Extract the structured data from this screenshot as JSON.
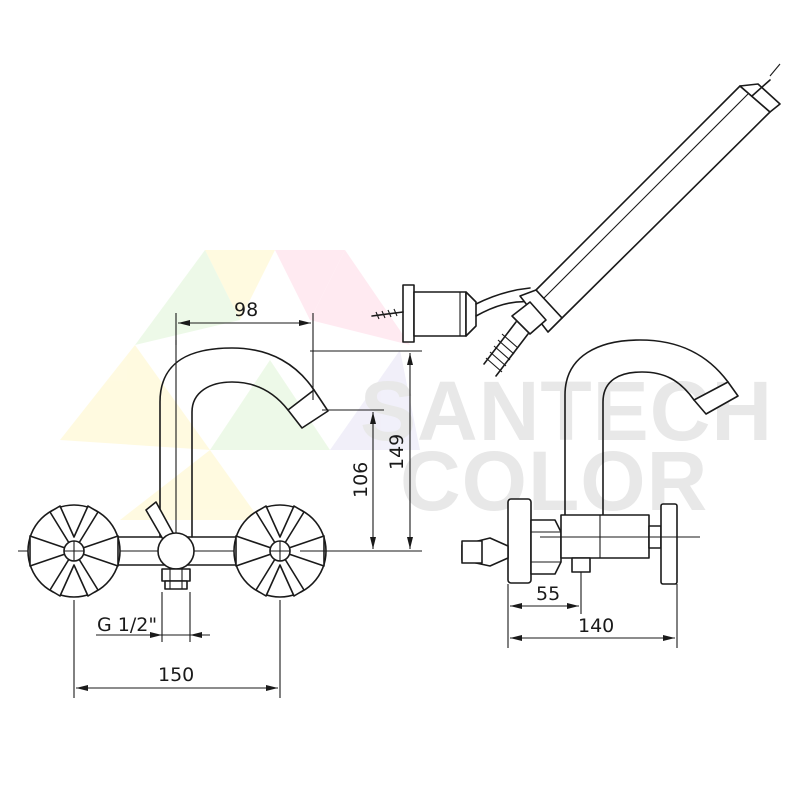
{
  "watermark": {
    "line1": "SANTECH",
    "line2": "COLOR",
    "colors": [
      "#ffd9e6",
      "#fff6c8",
      "#dff5d6",
      "#e6e3f5"
    ]
  },
  "dimensions": {
    "spout_reach": "98",
    "spout_height_106": "106",
    "spout_height_149": "149",
    "thread": "G 1/2\"",
    "center_distance": "150",
    "side_offset_55": "55",
    "side_depth_140": "140"
  }
}
